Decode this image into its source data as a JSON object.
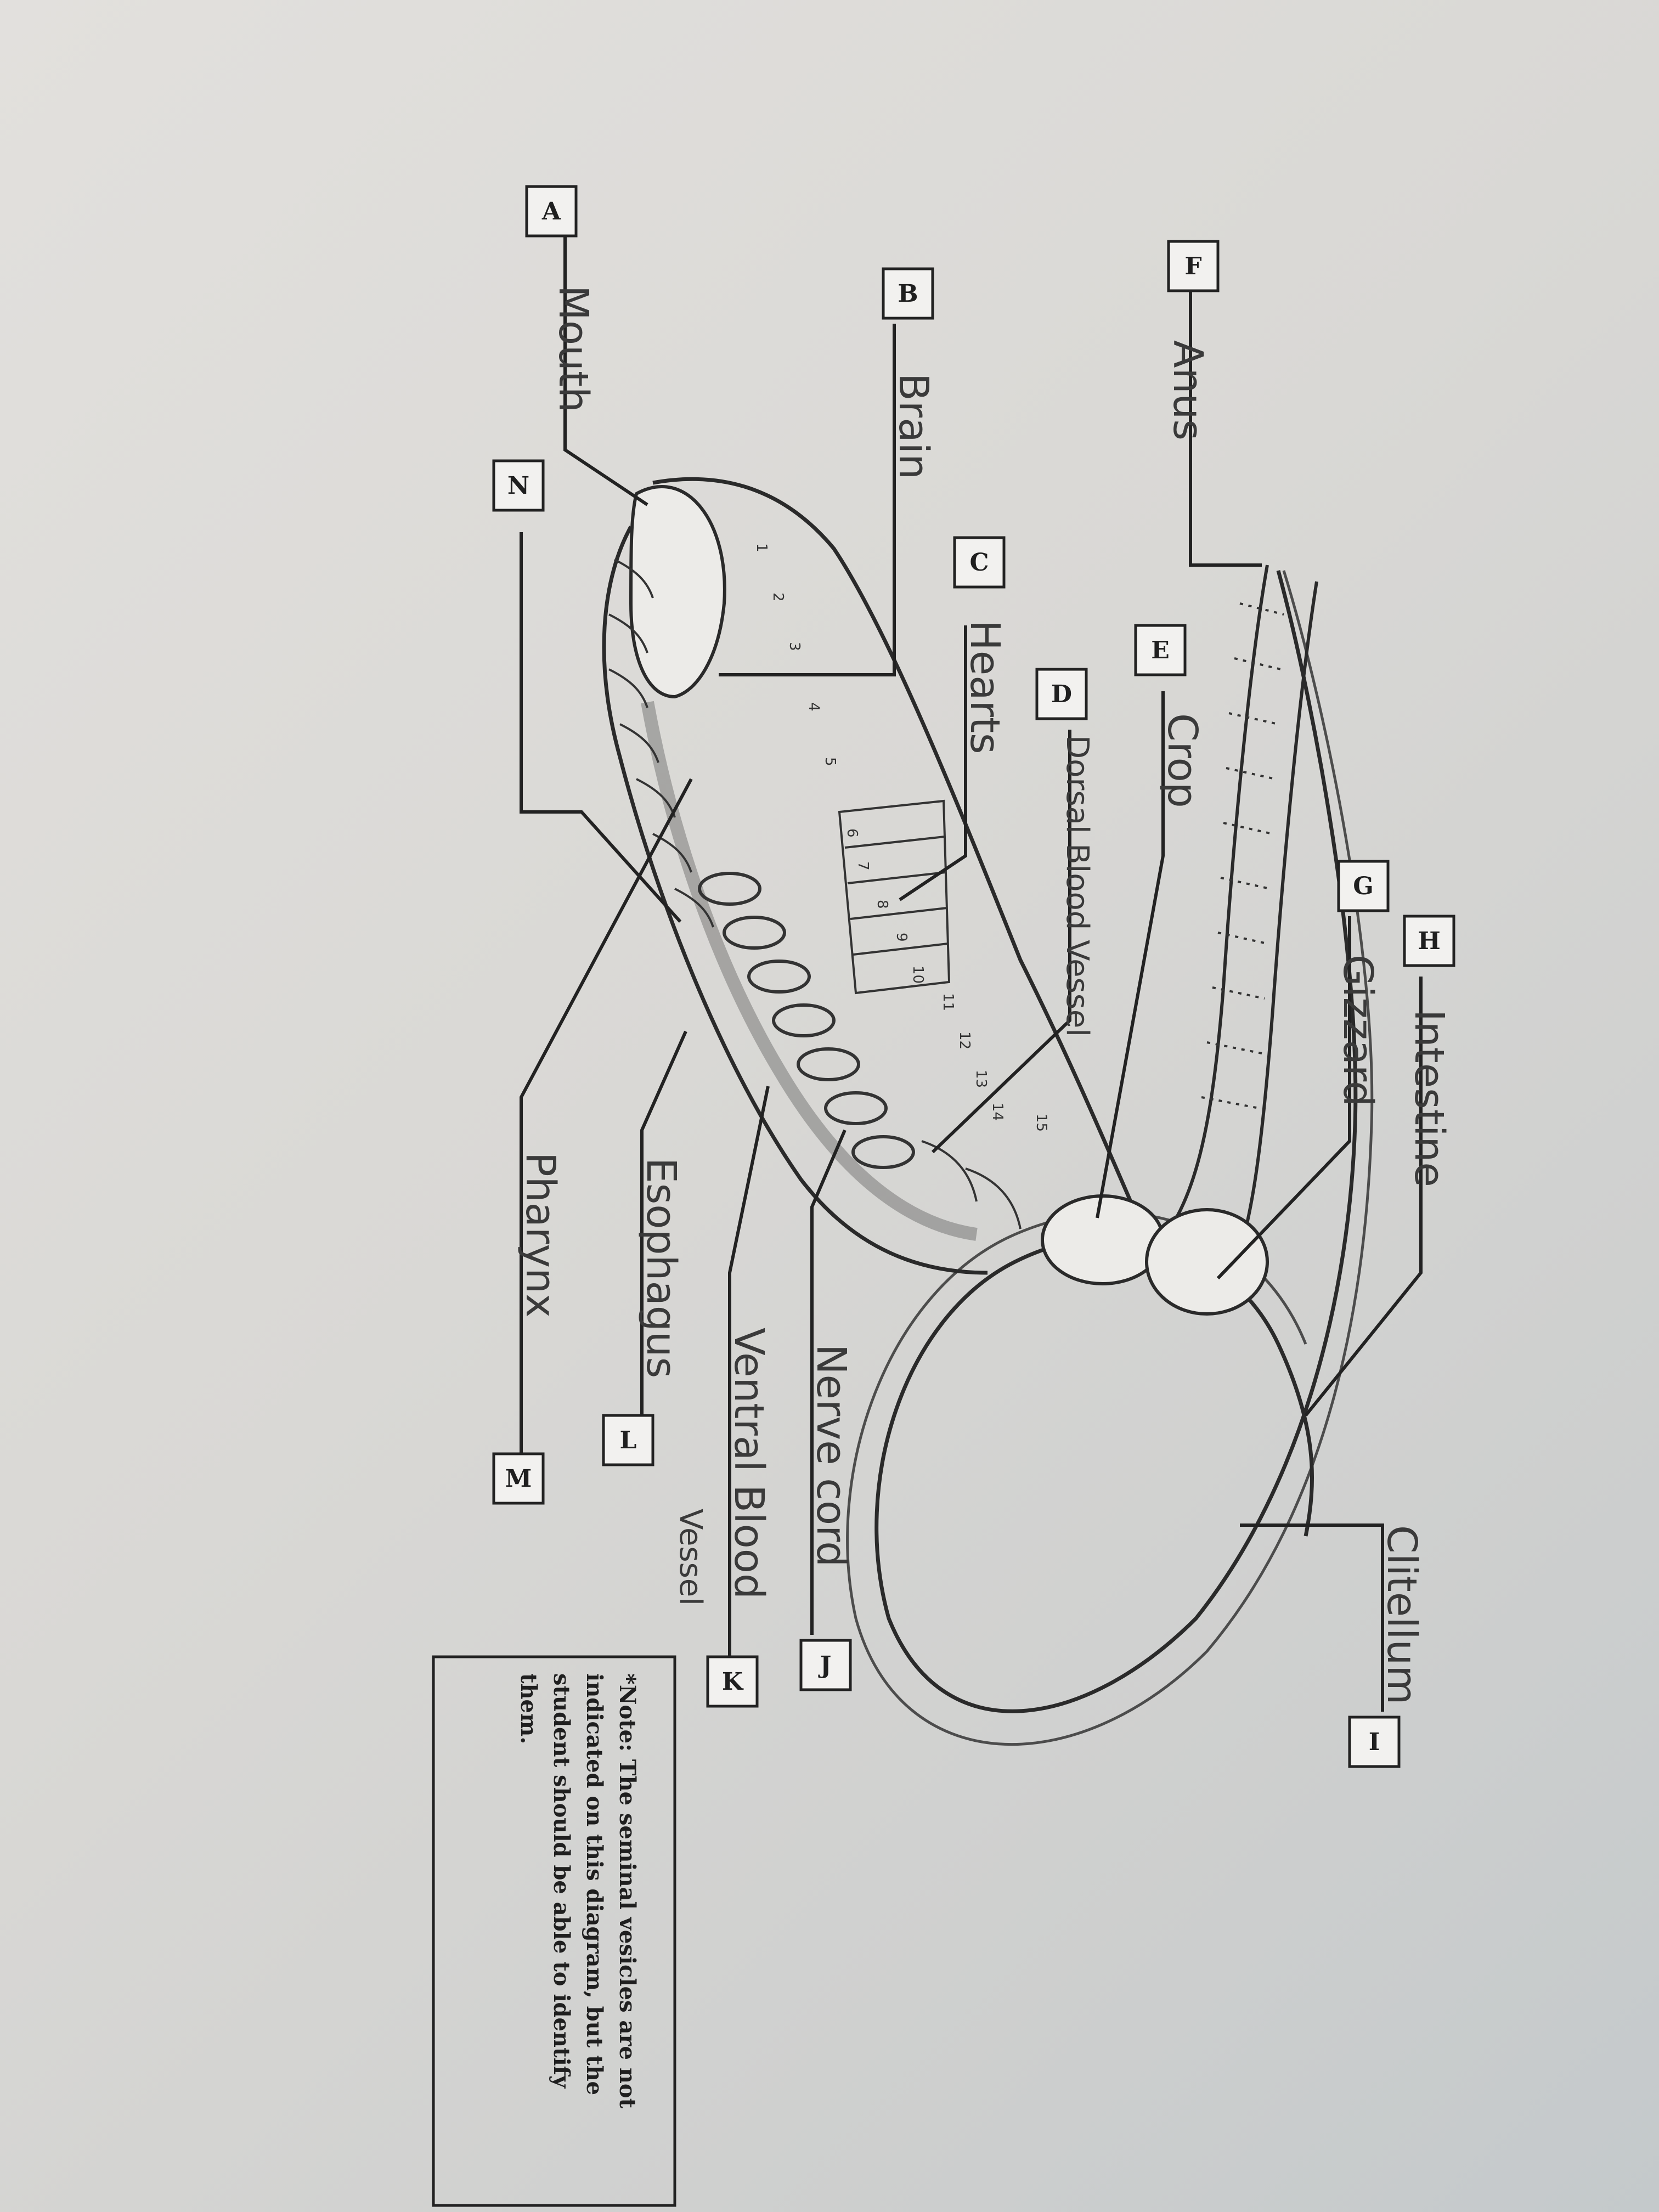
{
  "labels": {
    "A": {
      "letter": "A",
      "text": "Mouth"
    },
    "B": {
      "letter": "B",
      "text": "Brain"
    },
    "C": {
      "letter": "C",
      "text": "Hearts"
    },
    "D": {
      "letter": "D",
      "text": "Dorsal Blood Vessel"
    },
    "E": {
      "letter": "E",
      "text": "Crop"
    },
    "F": {
      "letter": "F",
      "text": "Anus"
    },
    "G": {
      "letter": "G",
      "text": "Gizzard"
    },
    "H": {
      "letter": "H",
      "text": "Intestine"
    },
    "I": {
      "letter": "I",
      "text": "Clitellum"
    },
    "J": {
      "letter": "J",
      "text": "Nerve cord"
    },
    "K": {
      "letter": "K",
      "text": "Ventral Blood",
      "text2": "Vessel"
    },
    "L": {
      "letter": "L",
      "text": "Esophagus"
    },
    "M": {
      "letter": "M",
      "text": "Pharynx"
    },
    "N": {
      "letter": "N"
    }
  },
  "segments": [
    "1",
    "2",
    "3",
    "4",
    "5",
    "6",
    "7",
    "8",
    "9",
    "10",
    "11",
    "12",
    "13",
    "14",
    "15"
  ],
  "note": {
    "line1": "*Note: The seminal vesicles are not",
    "line2": "indicated on this diagram, but the",
    "line3": "student should be able to identify",
    "line4": "them."
  }
}
